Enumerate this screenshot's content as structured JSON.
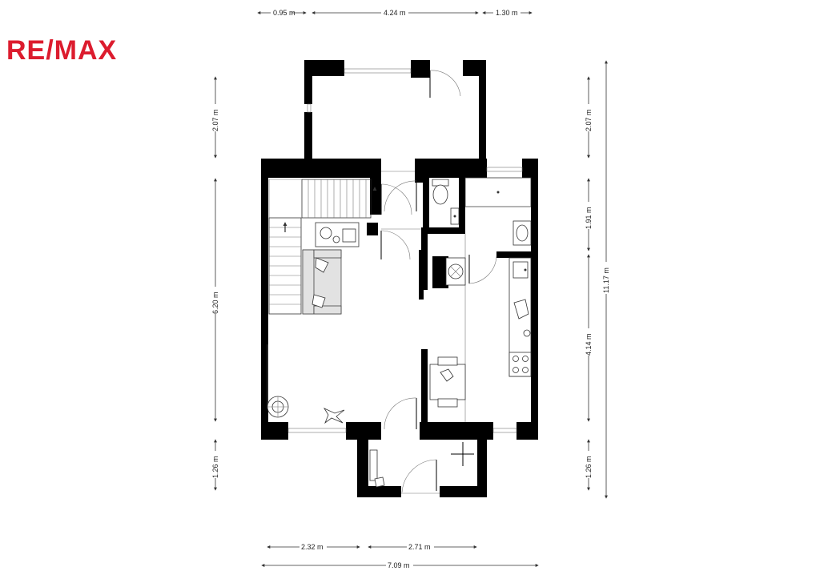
{
  "brand": {
    "logo_text": "RE/MAX",
    "logo_color": "#dc1c2e"
  },
  "dimensions": {
    "top": [
      "0.95 m",
      "4.24 m",
      "1.30 m"
    ],
    "left": [
      "2.07 m",
      "6.20 m",
      "1.26 m"
    ],
    "right_inner": [
      "2.07 m",
      "1.91 m",
      "4.14 m",
      "1.26 m"
    ],
    "right_total": "11.17 m",
    "bottom_segments": [
      "2.32 m",
      "2.71 m"
    ],
    "bottom_total": "7.09 m"
  },
  "colors": {
    "wall": "#000000",
    "furniture_fill": "#e2e2e2"
  }
}
